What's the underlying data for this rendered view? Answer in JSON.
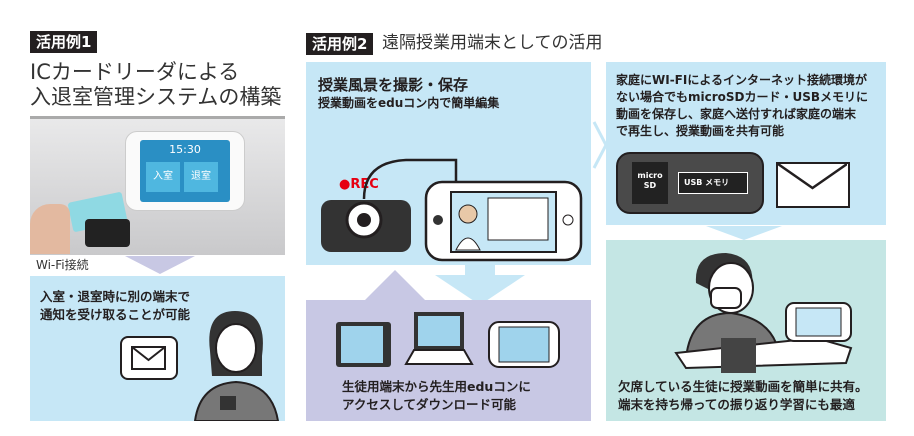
{
  "example1": {
    "tag": "活用例1",
    "title_line1": "ICカードリーダによる",
    "title_line2": "入退室管理システムの構築",
    "photo_screen_time": "15:30",
    "photo_btn_enter": "入室",
    "photo_btn_exit": "退室",
    "wifi_label": "Wi-Fi接続",
    "notify_line1": "入室・退室時に別の端末で",
    "notify_line2": "通知を受け取ることが可能"
  },
  "example2": {
    "tag": "活用例2",
    "subtitle": "遠隔授業用端末としての活用",
    "record": {
      "title": "授業風景を撮影・保存",
      "desc": "授業動画をeduコン内で簡単編集",
      "rec_label": "●REC"
    },
    "home": {
      "line1": "家庭にWI-FIによるインターネット接続環境が",
      "line2": "ない場合でもmicroSDカード・USBメモリに",
      "line3": "動画を保存し、家庭へ送付すれば家庭の端末",
      "line4": "で再生し、授業動画を共有可能",
      "sd_label1": "micro",
      "sd_label2": "SD",
      "usb_label": "USB メモリ"
    },
    "download": {
      "line1": "生徒用端末から先生用eduコンに",
      "line2": "アクセスしてダウンロード可能"
    },
    "absent": {
      "line1": "欠席している生徒に授業動画を簡単に共有。",
      "line2": "端末を持ち帰っての振り返り学習にも最適"
    }
  },
  "colors": {
    "blue": "#c6e7f6",
    "lavender": "#c8c8e4",
    "teal": "#c4e6e4",
    "rec": "#e60012"
  }
}
